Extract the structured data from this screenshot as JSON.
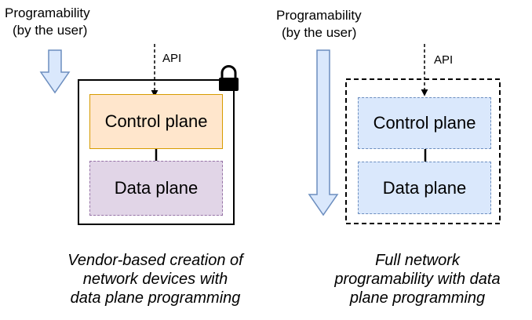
{
  "left": {
    "label_line1": "Programability",
    "label_line2": "(by the user)",
    "api": "API",
    "control_plane": "Control plane",
    "data_plane": "Data plane",
    "caption_line1": "Vendor-based creation of",
    "caption_line2": "network devices with",
    "caption_line3": "data plane programming",
    "colors": {
      "control_fill": "#ffe6cc",
      "control_border": "#d79b00",
      "data_fill": "#e1d5e7",
      "data_border": "#9673a6"
    }
  },
  "right": {
    "label_line1": "Programability",
    "label_line2": "(by the user)",
    "api": "API",
    "control_plane": "Control plane",
    "data_plane": "Data plane",
    "caption_line1": "Full network",
    "caption_line2": "programability with data",
    "caption_line3": "plane programming",
    "colors": {
      "plane_fill": "#dae8fc",
      "plane_border": "#6c8ebf"
    }
  },
  "icons": {
    "lock": "lock-icon"
  }
}
